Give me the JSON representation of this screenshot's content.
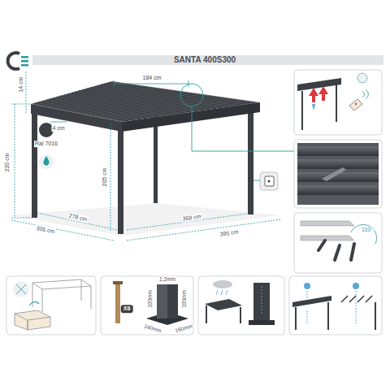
{
  "diagram": {
    "title": "SANTA 400S300",
    "labels": [
      "184 cm",
      "14 cm",
      "4 cm",
      "Ral 7016",
      "220 cm",
      "205 cm",
      "305 cm",
      "278 cm",
      "368 cm",
      "395 cm",
      "110°",
      "X8",
      "1,2mm",
      "100mm",
      "100mm",
      "160mm",
      "160mm"
    ]
  }
}
